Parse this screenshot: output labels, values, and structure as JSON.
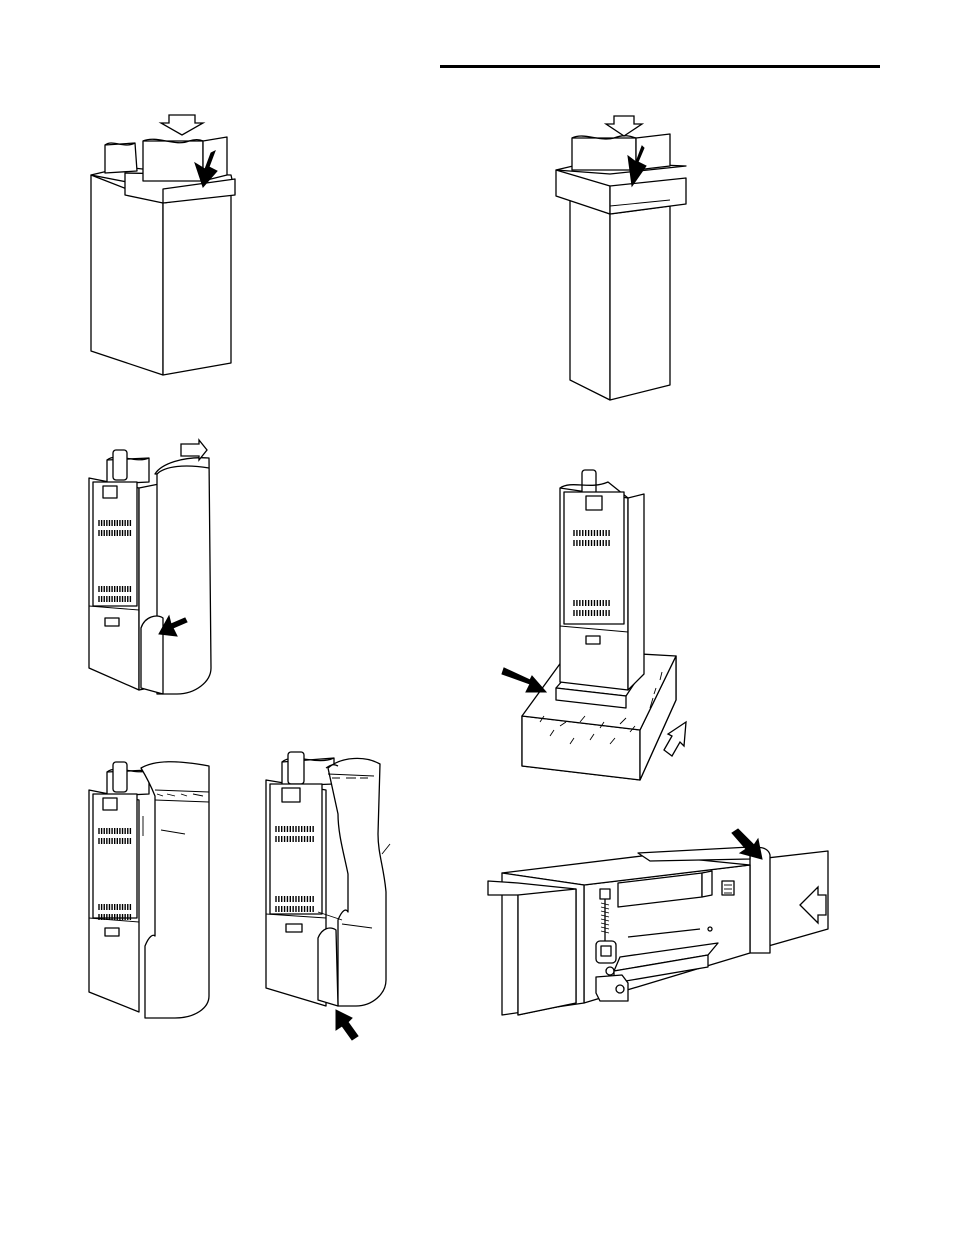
{
  "figures": [
    {
      "id": "fig-1",
      "icon": "upflow-cabinet-plenum-illustration"
    },
    {
      "id": "fig-2",
      "icon": "downflow-cabinet-plenum-illustration"
    },
    {
      "id": "fig-3",
      "icon": "furnace-side-return-illustration"
    },
    {
      "id": "fig-4",
      "icon": "furnace-on-platform-illustration"
    },
    {
      "id": "fig-5",
      "icon": "furnace-side-panel-return-illustration"
    },
    {
      "id": "fig-6",
      "icon": "furnace-side-return-alternate-illustration"
    },
    {
      "id": "fig-7",
      "icon": "horizontal-furnace-illustration"
    }
  ]
}
